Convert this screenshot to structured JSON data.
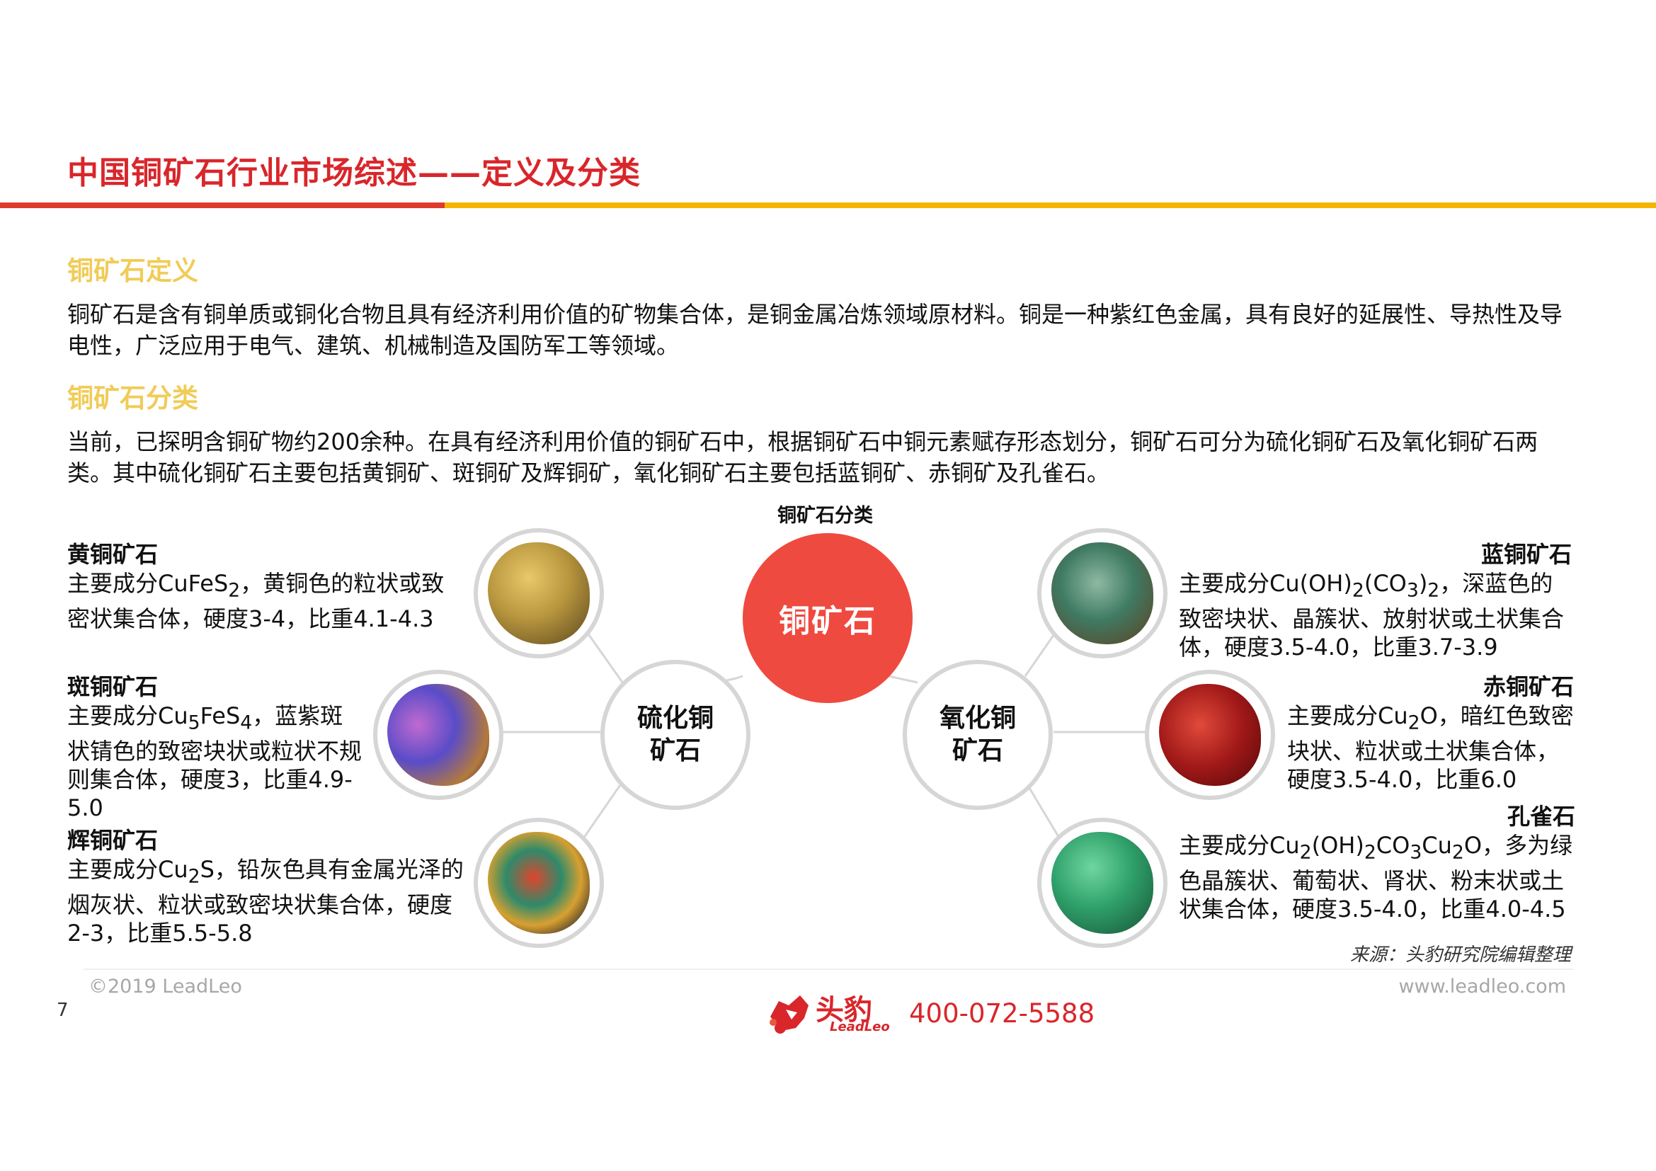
{
  "header": {
    "title": "中国铜矿石行业市场综述——定义及分类"
  },
  "definition": {
    "heading": "铜矿石定义",
    "text": "铜矿石是含有铜单质或铜化合物且具有经济利用价值的矿物集合体，是铜金属冶炼领域原材料。铜是一种紫红色金属，具有良好的延展性、导热性及导电性，广泛应用于电气、建筑、机械制造及国防军工等领域。"
  },
  "classification": {
    "heading": "铜矿石分类",
    "text": "当前，已探明含铜矿物约200余种。在具有经济利用价值的铜矿石中，根据铜矿石中铜元素赋存形态划分，铜矿石可分为硫化铜矿石及氧化铜矿石两类。其中硫化铜矿石主要包括黄铜矿、斑铜矿及辉铜矿，氧化铜矿石主要包括蓝铜矿、赤铜矿及孔雀石。"
  },
  "diagram": {
    "title": "铜矿石分类",
    "center": "铜矿石",
    "sulfide_line1": "硫化铜",
    "sulfide_line2": "矿石",
    "oxide_line1": "氧化铜",
    "oxide_line2": "矿石",
    "left_items": [
      {
        "title": "黄铜矿石",
        "pre": "主要成分CuFeS",
        "sub1": "2",
        "post": "，黄铜色的粒状或致密状集合体，硬度3-4，比重4.1-4.3"
      },
      {
        "title": "斑铜矿石",
        "pre": "主要成分Cu",
        "sub1": "5",
        "mid": "FeS",
        "sub2": "4",
        "post": "，蓝紫斑状锖色的致密块状或粒状不规则集合体，硬度3，比重4.9-5.0"
      },
      {
        "title": "辉铜矿石",
        "pre": "主要成分Cu",
        "sub1": "2",
        "post": "S，铅灰色具有金属光泽的烟灰状、粒状或致密块状集合体，硬度2-3，比重5.5-5.8"
      }
    ],
    "right_items": [
      {
        "title": "蓝铜矿石",
        "pre": "主要成分Cu(OH)",
        "sub1": "2",
        "mid": "(CO",
        "sub2": "3",
        "mid2": ")",
        "sub3": "2",
        "post": "，深蓝色的致密块状、晶簇状、放射状或土状集合体，硬度3.5-4.0，比重3.7-3.9"
      },
      {
        "title": "赤铜矿石",
        "pre": "主要成分Cu",
        "sub1": "2",
        "post": "O，暗红色致密块状、粒状或土状集合体，硬度3.5-4.0，比重6.0"
      },
      {
        "title": "孔雀石",
        "pre": "主要成分Cu",
        "sub1": "2",
        "mid": "(OH)",
        "sub2": "2",
        "mid2": "CO",
        "sub3": "3",
        "mid3": "Cu",
        "sub4": "2",
        "post": "O，多为绿色晶簇状、葡萄状、肾状、粉末状或土状集合体，硬度3.5-4.0，比重4.0-4.5"
      }
    ]
  },
  "source": "来源：头豹研究院编辑整理",
  "footer": {
    "copyright": "©2019 LeadLeo",
    "website": "www.leadleo.com",
    "logo_cn": "头豹",
    "logo_en": "LeadLeo",
    "phone": "400-072-5588",
    "page_number": "7"
  },
  "colors": {
    "red": "#d9262b",
    "yellow": "#f5b400",
    "heading_yellow": "#f0cc58",
    "center_red": "#ef4a3f",
    "ring_gray": "#d6d6d6"
  }
}
